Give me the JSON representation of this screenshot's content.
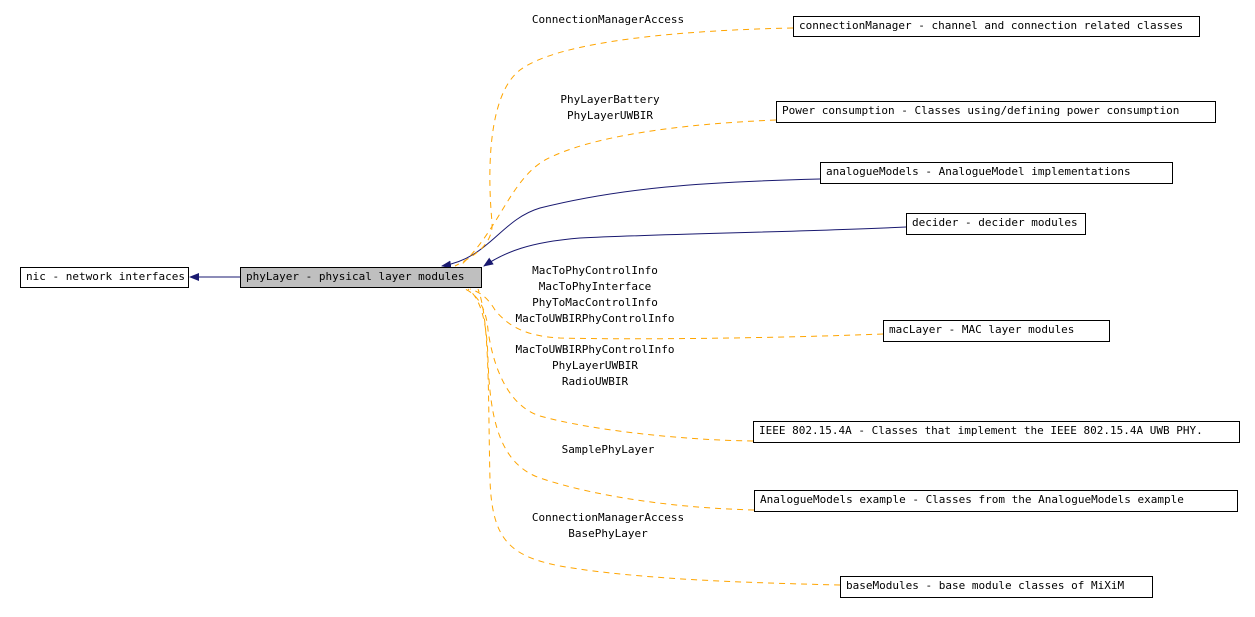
{
  "nodes": {
    "nic": "nic - network interfaces",
    "phy": "phyLayer - physical layer modules",
    "conn": "connectionManager - channel and connection related classes",
    "power": "Power consumption - Classes using/defining power consumption",
    "analogue": "analogueModels - AnalogueModel implementations",
    "decider": "decider - decider modules",
    "mac": "macLayer - MAC layer modules",
    "ieee": "IEEE 802.15.4A - Classes that implement the IEEE 802.15.4A UWB PHY.",
    "example": "AnalogueModels example - Classes from the AnalogueModels example",
    "base": "baseModules - base module classes of MiXiM"
  },
  "edge_labels": {
    "conn": [
      "ConnectionManagerAccess"
    ],
    "power": [
      "PhyLayerBattery",
      "PhyLayerUWBIR"
    ],
    "mac": [
      "MacToPhyControlInfo",
      "MacToPhyInterface",
      "PhyToMacControlInfo",
      "MacToUWBIRPhyControlInfo"
    ],
    "ieee": [
      "MacToUWBIRPhyControlInfo",
      "PhyLayerUWBIR",
      "RadioUWBIR"
    ],
    "example": [
      "SamplePhyLayer"
    ],
    "base": [
      "ConnectionManagerAccess",
      "BasePhyLayer"
    ]
  },
  "colors": {
    "solid_edge": "#191970",
    "dashed_edge": "#ffa500",
    "current_fill": "#bfbfbf"
  }
}
